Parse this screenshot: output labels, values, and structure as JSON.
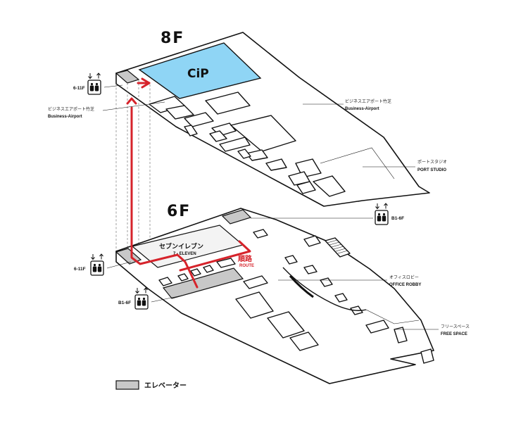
{
  "floors": {
    "upper": {
      "label": "8F",
      "highlight": "CiP"
    },
    "lower": {
      "label": "6F"
    }
  },
  "labels": {
    "biz_airport_left_ja": "ビジネスエアポート竹芝",
    "biz_airport_left_en": "Business-Airport",
    "biz_airport_right_ja": "ビジネスエアポート竹芝",
    "biz_airport_right_en": "Business-Airport",
    "port_studio_ja": "ポートスタジオ",
    "port_studio_en": "PORT STUDIO",
    "seven_eleven_ja": "セブンイレブン",
    "seven_eleven_en": "7 - ELEVEN",
    "route_ja": "順路",
    "route_en": "ROUTE",
    "office_lobby_ja": "オフィスロビー",
    "office_lobby_en": "OFFICE ROBBY",
    "free_space_ja": "フリースペース",
    "free_space_en": "FREE SPACE"
  },
  "elevators": {
    "e8_left": "6-11F",
    "e6_left": "6-11F",
    "e6_bottom": "B1-6F",
    "e6_right": "B1-6F"
  },
  "legend": {
    "label": "エレベーター"
  },
  "colors": {
    "cip": "#8fd5f5",
    "route": "#d6232b",
    "elevator": "#c8c8c8"
  }
}
